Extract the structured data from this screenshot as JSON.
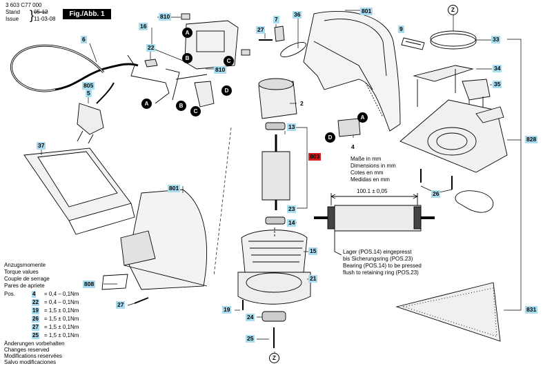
{
  "header": {
    "doc_number": "3 603 C77 000",
    "stand_label": "Stand",
    "stand_old": "05-12",
    "issue_label": "Issue",
    "issue_date": "11-03-08",
    "fig_label": "Fig./Abb. 1"
  },
  "parts": {
    "p6": "6",
    "p805": "805",
    "p5": "5",
    "p37": "37",
    "p801a": "801",
    "p801b": "801",
    "p16": "16",
    "p810a": "810",
    "p810b": "810",
    "p22": "22",
    "p7": "7",
    "p27a": "27",
    "p36": "36",
    "p9": "9",
    "p33": "33",
    "p34": "34",
    "p35": "35",
    "p828": "828",
    "p2": "2",
    "p13": "13",
    "p803": "803",
    "p4": "4",
    "p23": "23",
    "p14": "14",
    "p15": "15",
    "p21": "21",
    "p19": "19",
    "p24": "24",
    "p25": "25",
    "p26": "26",
    "p808": "808",
    "p27b": "27",
    "p831": "831"
  },
  "markers": {
    "A1": "A",
    "B1": "B",
    "C1": "C",
    "D1": "D",
    "A2": "A",
    "B2": "B",
    "C2": "C",
    "A3": "A",
    "D2": "D",
    "Z1": "Z",
    "Z2": "Z"
  },
  "dimensions": {
    "l1": "Maße in mm",
    "l2": "Dimensions in mm",
    "l3": "Cotes en mm",
    "l4": "Medidas en mm",
    "length": "100.1 ± 0,05"
  },
  "note": {
    "l1": "Lager (POS.14) eingepresst",
    "l2": "bis Sicherungsring (POS.23)",
    "l3": "Bearing (POS.14) to be pressed",
    "l4": "flush to retaining ring (POS.23)"
  },
  "torque": {
    "title": [
      "Anzugsmomente",
      "Torque values",
      "Couple de serrage",
      "Pares de apriete"
    ],
    "pos_label": "Pos.",
    "rows": [
      {
        "pos": "4",
        "value": "= 0,4 – 0,1Nm"
      },
      {
        "pos": "22",
        "value": "= 0,4 – 0,1Nm"
      },
      {
        "pos": "19",
        "value": "= 1,5 ± 0,1Nm"
      },
      {
        "pos": "26",
        "value": "= 1,5 ± 0,1Nm"
      },
      {
        "pos": "27",
        "value": "= 1,5 ± 0,1Nm"
      },
      {
        "pos": "25",
        "value": "= 1,5 ± 0,1Nm"
      }
    ]
  },
  "footer": [
    "Änderungen vorbehalten",
    "Changes reserved",
    "Modifications reservées",
    "Salvo modificaciones"
  ]
}
